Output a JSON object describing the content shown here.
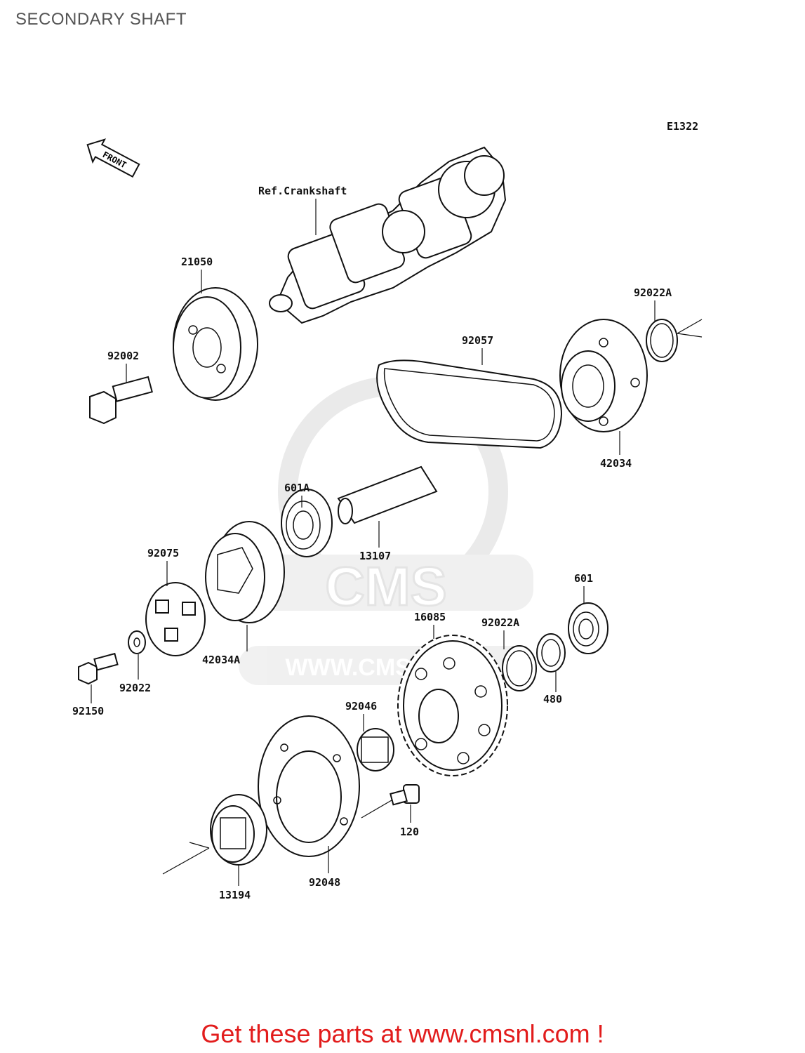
{
  "page": {
    "title": "SECONDARY SHAFT"
  },
  "diagram": {
    "code": "E1322",
    "front_arrow_label": "FRONT",
    "ref_label": "Ref.Crankshaft",
    "parts": [
      {
        "id": "p21050",
        "label": "21050"
      },
      {
        "id": "p92002",
        "label": "92002"
      },
      {
        "id": "p92057",
        "label": "92057"
      },
      {
        "id": "p92022A_top",
        "label": "92022A"
      },
      {
        "id": "p42034",
        "label": "42034"
      },
      {
        "id": "p601A",
        "label": "601A"
      },
      {
        "id": "p13107",
        "label": "13107"
      },
      {
        "id": "p92075",
        "label": "92075"
      },
      {
        "id": "p42034A",
        "label": "42034A"
      },
      {
        "id": "p92022",
        "label": "92022"
      },
      {
        "id": "p92150",
        "label": "92150"
      },
      {
        "id": "p601",
        "label": "601"
      },
      {
        "id": "p16085",
        "label": "16085"
      },
      {
        "id": "p92022A_mid",
        "label": "92022A"
      },
      {
        "id": "p480",
        "label": "480"
      },
      {
        "id": "p92046",
        "label": "92046"
      },
      {
        "id": "p120",
        "label": "120"
      },
      {
        "id": "p92048",
        "label": "92048"
      },
      {
        "id": "p13194",
        "label": "13194"
      }
    ],
    "watermark": {
      "brand": "CMS",
      "url_fragment": "WWW.CMS...COM"
    }
  },
  "footer": {
    "cta_text": "Get these parts at www.cmsnl.com !"
  },
  "colors": {
    "cta": "#e21c1c",
    "title": "#555555",
    "watermark": "#d9d9d9"
  }
}
